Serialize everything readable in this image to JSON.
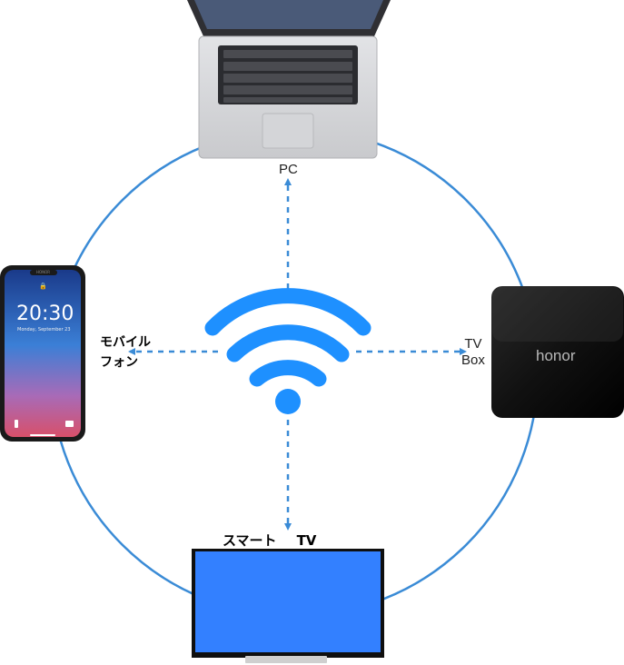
{
  "devices": {
    "pc": {
      "label": "PC"
    },
    "tv_box": {
      "label_line1": "TV",
      "label_line2": "Box",
      "brand": "honor"
    },
    "mobile": {
      "label_line1": "モバイル",
      "label_line2": "フォン",
      "time": "20:30",
      "date": "Monday, September 23",
      "brand": "HONOR"
    },
    "smart_tv": {
      "label_part1": "スマート",
      "label_part2": "TV",
      "screen_color": "#3380FF"
    }
  },
  "colors": {
    "link": "#3a8bd6",
    "wifi": "#1e90ff"
  },
  "icons": [
    "wifi-icon",
    "laptop-icon",
    "tv-box-icon",
    "smartphone-icon",
    "television-icon"
  ]
}
